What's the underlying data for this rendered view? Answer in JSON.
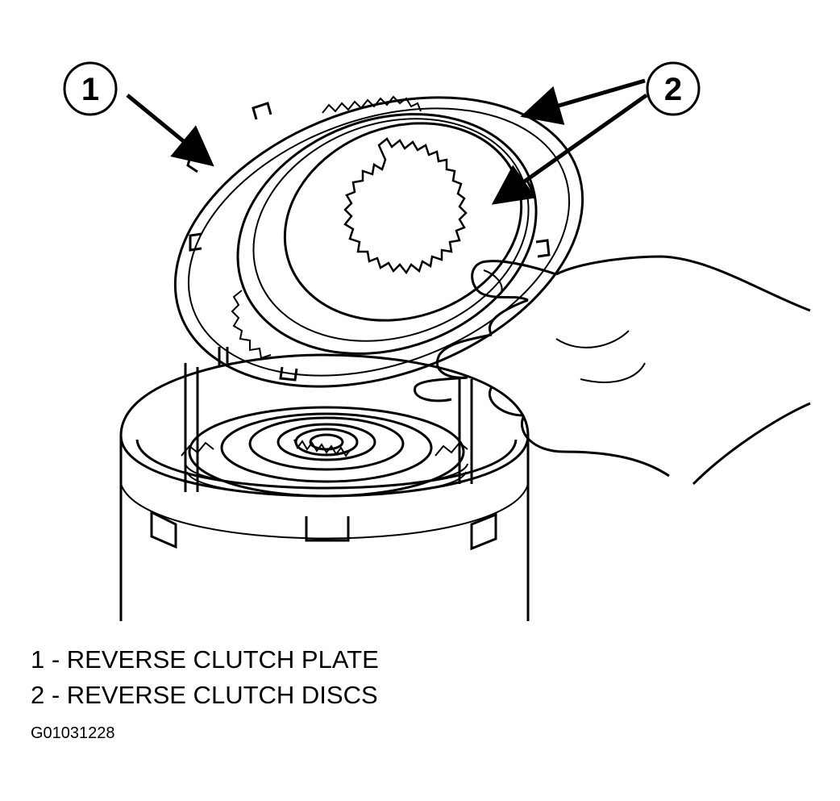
{
  "callouts": [
    {
      "number": "1"
    },
    {
      "number": "2"
    }
  ],
  "legend": [
    {
      "text": "1 - REVERSE CLUTCH PLATE"
    },
    {
      "text": "2 - REVERSE CLUTCH DISCS"
    }
  ],
  "figure_id": "G01031228",
  "colors": {
    "line": "#000000",
    "background": "#ffffff"
  }
}
